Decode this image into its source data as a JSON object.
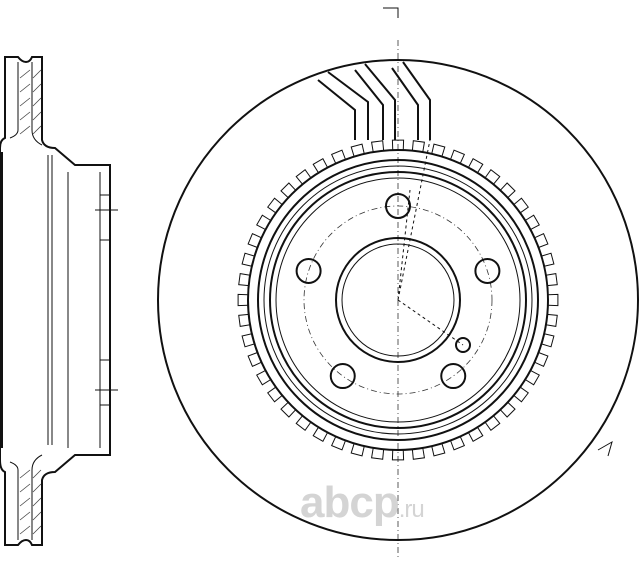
{
  "drawing": {
    "subject": "brake-disc",
    "views": [
      "section-view",
      "front-view"
    ],
    "bolt_holes": 5,
    "line_color": "#111111"
  },
  "watermark": {
    "logo_text": "abcp",
    "domain_suffix": ".ru",
    "color": "#d4d4d4"
  }
}
